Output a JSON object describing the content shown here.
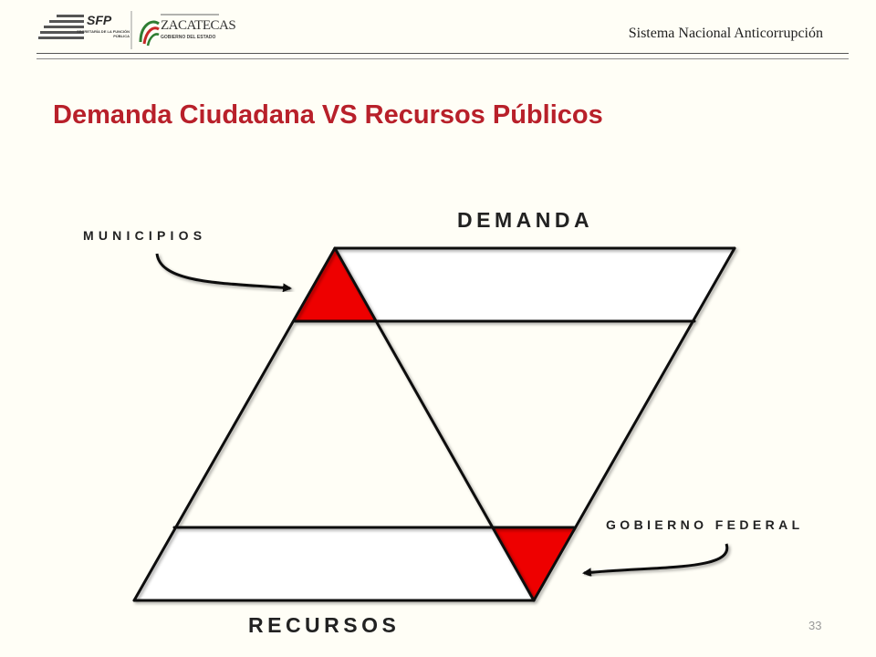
{
  "header": {
    "sfp_logo_text": "SFP",
    "sfp_logo_subtext": "SECRETARÍA DE LA FUNCIÓN PÚBLICA",
    "state_logo_text": "ZACATECAS",
    "state_logo_subtext": "GOBIERNO DEL ESTADO",
    "system_name": "Sistema Nacional Anticorrupción"
  },
  "slide": {
    "title": "Demanda Ciudadana VS Recursos Públicos",
    "page_number": "33"
  },
  "diagram": {
    "top_label": "DEMANDA",
    "bottom_label": "RECURSOS",
    "left_callout": "MUNICIPIOS",
    "right_callout": "GOBIERNO FEDERAL"
  },
  "colors": {
    "title": "#b8202a",
    "highlight": "#ee0000",
    "background": "#fffef6",
    "outline": "#111111"
  }
}
